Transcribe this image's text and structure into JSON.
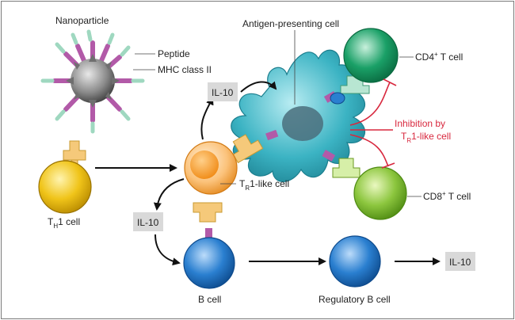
{
  "labels": {
    "nanoparticle": "Nanoparticle",
    "peptide": "Peptide",
    "mhc": "MHC class II",
    "apc": "Antigen-presenting cell",
    "cd4_pre": "CD4",
    "cd4_sup": "+",
    "cd4_post": " T cell",
    "cd8_pre": "CD8",
    "cd8_sup": "+",
    "cd8_post": " T cell",
    "th1_pre": "T",
    "th1_sub": "H",
    "th1_post": "1 cell",
    "tr1_pre": "T",
    "tr1_sub": "R",
    "tr1_post": "1-like cell",
    "inhib_line1": "Inhibition by",
    "inhib_pre": "T",
    "inhib_sub": "R",
    "inhib_post": "1-like cell",
    "bcell": "B cell",
    "regb": "Regulatory B cell",
    "il10_top": "IL-10",
    "il10_left": "IL-10",
    "il10_right": "IL-10"
  },
  "colors": {
    "th1_cell": "#f0c419",
    "tr1_cell": "#f9a23a",
    "apc": "#3bb3c3",
    "cd4_cell": "#1aa067",
    "cd8_cell": "#8cc63e",
    "b_cell": "#1f74c6",
    "inhibition": "#d8283e",
    "mhc": "#b25aa8",
    "peptide": "#9fd8c0",
    "receptor": "#f5c97a",
    "nanoparticle": "#8a8a8a"
  }
}
